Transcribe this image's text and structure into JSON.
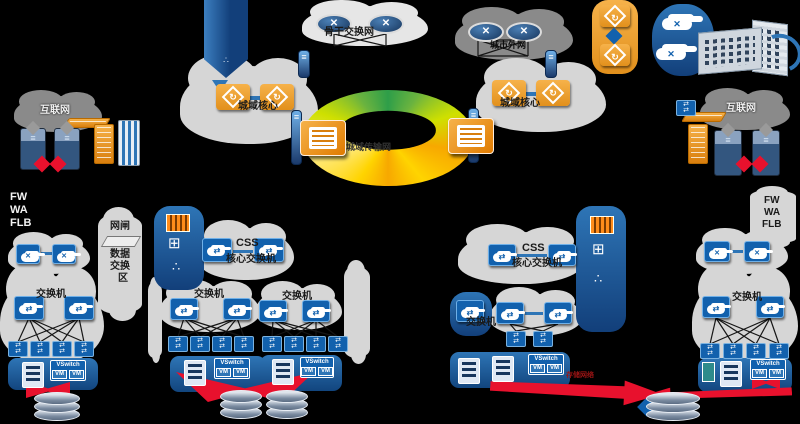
{
  "labels": {
    "backbone": "骨干交换网",
    "city_external": "城市外网",
    "metro_core": "城域核心",
    "transport_ring": "城域传输网",
    "internet": "互联网",
    "fw": "FW",
    "wa": "WA",
    "flb": "FLB",
    "gateway": "网闸",
    "data_exchange_1": "数据",
    "data_exchange_2": "交换",
    "data_exchange_3": "区",
    "switch": "交换机",
    "css": "CSS",
    "core_switch": "核心交换机",
    "vswitch": "VSwitch",
    "vm": "VM",
    "storage_network": "存储网络"
  },
  "colors": {
    "background": "#000000",
    "cloud_gray": "#d6d6d6",
    "cloud_dark": "#8a8a8a",
    "device_blue": "#1261ad",
    "navy": "#17365d",
    "accent_blue": "#2e75b6",
    "orange": "#f0a02e",
    "red": "#e8112d",
    "ring_green": "#2e9e49",
    "ring_yellow": "#ffd400",
    "ring_orange": "#f7a800",
    "storage_gray": "#7b8ca1",
    "teal": "#2e8b8b"
  },
  "icons": {
    "router-icon": "orange diamond router with circular arrows",
    "cloud-router-icon": "blue box with white cloud and cross arrows",
    "cloud-switch-icon": "blue box with white cloud and exchange arrows",
    "switch-icon": "blue box with double exchange arrows",
    "disk-router-icon": "navy disk with cross arrows",
    "server-icon": "server rack with slots",
    "vswitch-box": "virtual switch with VM chips",
    "storage-icon": "stacked disk cylinders",
    "firewall-icon": "orange brick box",
    "tower-device-icon": "blue chassis tower",
    "red-link": "red fiber link",
    "transport-ring": "rainbow metro ring",
    "building-icon": "3d campus building",
    "banner-icon": "blue bookmark pointer",
    "gate-icon": "white isolation gate wedge",
    "rack-grid-icon": "orange equipment grid",
    "chip-icon": "compute chip",
    "topology-icon": "dot tree"
  }
}
